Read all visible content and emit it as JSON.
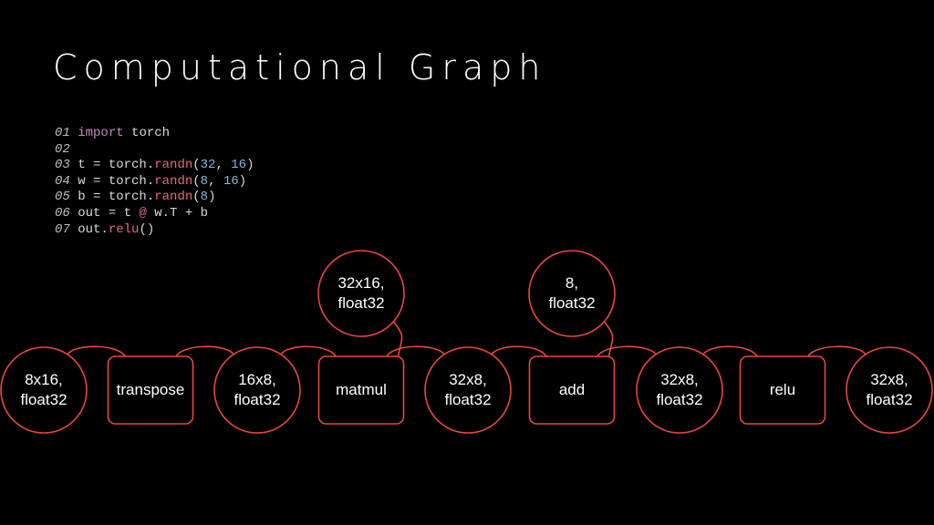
{
  "slide": {
    "title": "Computational Graph"
  },
  "code": {
    "lines": [
      {
        "num": "01",
        "parts": [
          {
            "t": "import",
            "c": "kw"
          },
          {
            "t": " torch",
            "c": ""
          }
        ]
      },
      {
        "num": "02",
        "parts": []
      },
      {
        "num": "03",
        "parts": [
          {
            "t": "t = torch.",
            "c": ""
          },
          {
            "t": "randn",
            "c": "fn"
          },
          {
            "t": "(",
            "c": ""
          },
          {
            "t": "32",
            "c": "num"
          },
          {
            "t": ", ",
            "c": ""
          },
          {
            "t": "16",
            "c": "num"
          },
          {
            "t": ")",
            "c": ""
          }
        ]
      },
      {
        "num": "04",
        "parts": [
          {
            "t": "w = torch.",
            "c": ""
          },
          {
            "t": "randn",
            "c": "fn"
          },
          {
            "t": "(",
            "c": ""
          },
          {
            "t": "8",
            "c": "num"
          },
          {
            "t": ", ",
            "c": ""
          },
          {
            "t": "16",
            "c": "num"
          },
          {
            "t": ")",
            "c": ""
          }
        ]
      },
      {
        "num": "05",
        "parts": [
          {
            "t": "b = torch.",
            "c": ""
          },
          {
            "t": "randn",
            "c": "fn"
          },
          {
            "t": "(",
            "c": ""
          },
          {
            "t": "8",
            "c": "num"
          },
          {
            "t": ")",
            "c": ""
          }
        ]
      },
      {
        "num": "06",
        "parts": [
          {
            "t": "out = t ",
            "c": ""
          },
          {
            "t": "@",
            "c": "fn"
          },
          {
            "t": " w.T + b",
            "c": ""
          }
        ]
      },
      {
        "num": "07",
        "parts": [
          {
            "t": "out.",
            "c": ""
          },
          {
            "t": "relu",
            "c": "fn"
          },
          {
            "t": "()",
            "c": ""
          }
        ]
      }
    ]
  },
  "graph": {
    "colors": {
      "stroke": "#e8473c",
      "text": "#ffffff"
    },
    "nodes": [
      {
        "id": "tensor-w",
        "kind": "tensor",
        "label": "8x16,\nfloat32"
      },
      {
        "id": "op-transpose",
        "kind": "op",
        "label": "transpose"
      },
      {
        "id": "tensor-wT",
        "kind": "tensor",
        "label": "16x8,\nfloat32"
      },
      {
        "id": "op-matmul",
        "kind": "op",
        "label": "matmul"
      },
      {
        "id": "tensor-mm",
        "kind": "tensor",
        "label": "32x8,\nfloat32"
      },
      {
        "id": "op-add",
        "kind": "op",
        "label": "add"
      },
      {
        "id": "tensor-sum",
        "kind": "tensor",
        "label": "32x8,\nfloat32"
      },
      {
        "id": "op-relu",
        "kind": "op",
        "label": "relu"
      },
      {
        "id": "tensor-out",
        "kind": "tensor",
        "label": "32x8,\nfloat32"
      },
      {
        "id": "tensor-t",
        "kind": "tensor",
        "label": "32x16,\nfloat32"
      },
      {
        "id": "tensor-b",
        "kind": "tensor",
        "label": "8,\nfloat32"
      }
    ],
    "edges": [
      [
        "tensor-w",
        "op-transpose"
      ],
      [
        "op-transpose",
        "tensor-wT"
      ],
      [
        "tensor-wT",
        "op-matmul"
      ],
      [
        "tensor-t",
        "op-matmul"
      ],
      [
        "op-matmul",
        "tensor-mm"
      ],
      [
        "tensor-mm",
        "op-add"
      ],
      [
        "tensor-b",
        "op-add"
      ],
      [
        "op-add",
        "tensor-sum"
      ],
      [
        "tensor-sum",
        "op-relu"
      ],
      [
        "op-relu",
        "tensor-out"
      ]
    ]
  }
}
